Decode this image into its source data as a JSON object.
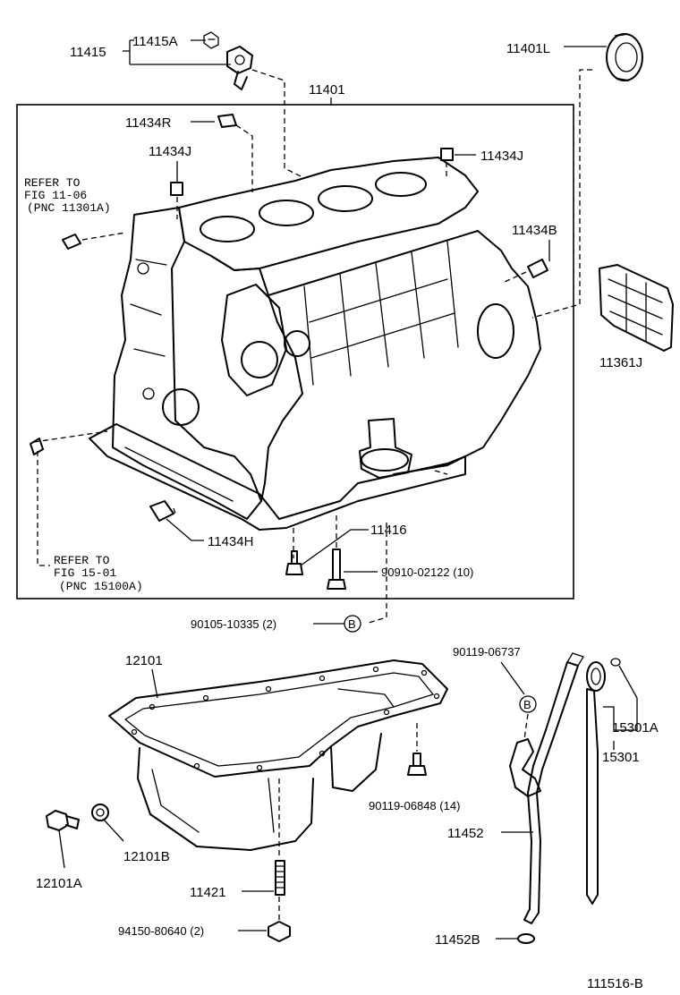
{
  "parts": {
    "p11415": "11415",
    "p11415A": "11415A",
    "p11401L": "11401L",
    "p11401": "11401",
    "p11434R": "11434R",
    "p11434J_left": "11434J",
    "p11434J_right": "11434J",
    "p11434B": "11434B",
    "p11361J": "11361J",
    "p11434H": "11434H",
    "p11416": "11416",
    "p90910": "90910-02122 (10)",
    "p90105": "90105-10335 (2)",
    "p12101": "12101",
    "p90119_06737": "90119-06737",
    "p15301A": "15301A",
    "p15301": "15301",
    "p90119_06848": "90119-06848 (14)",
    "p12101B": "12101B",
    "p12101A": "12101A",
    "p11452": "11452",
    "p11421": "11421",
    "p94150": "94150-80640 (2)",
    "p11452B": "11452B"
  },
  "refs": {
    "ref1_line1": "REFER TO",
    "ref1_line2": "FIG 11-06",
    "ref1_line3": "(PNC 11301A)",
    "ref2_line1": "REFER TO",
    "ref2_line2": "FIG 15-01",
    "ref2_line3": "(PNC 15100A)"
  },
  "markers": {
    "b_marker_1": "B",
    "b_marker_2": "B"
  },
  "figure_id": "111516-B"
}
